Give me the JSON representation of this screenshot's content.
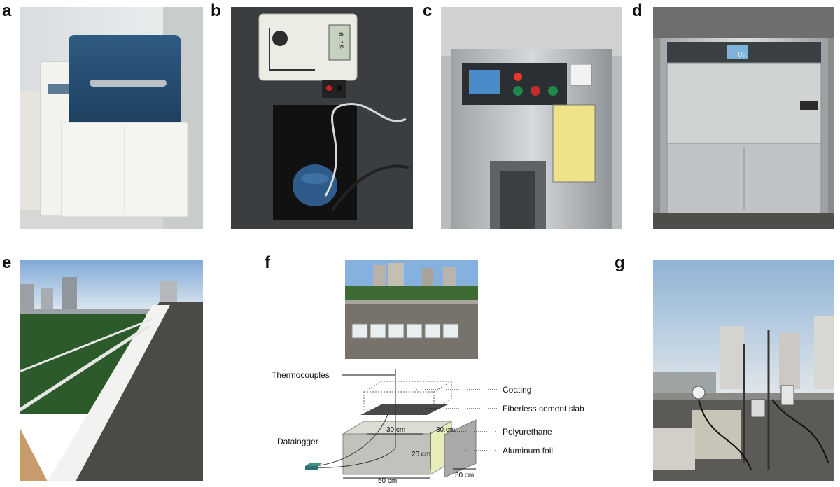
{
  "panels": {
    "a": {
      "label": "a"
    },
    "b": {
      "label": "b",
      "display": "0.19"
    },
    "c": {
      "label": "c"
    },
    "d": {
      "label": "d",
      "screen_text": "UV"
    },
    "e": {
      "label": "e"
    },
    "f": {
      "label": "f"
    },
    "g": {
      "label": "g"
    }
  },
  "diagram": {
    "labels": {
      "thermocouples": "Thermocouples",
      "coating": "Coating",
      "fiberless": "Fiberless cement slab",
      "polyurethane": "Polyurethane",
      "aluminum": "Aluminum foil",
      "datalogger": "Datalogger"
    },
    "dimensions": {
      "top_width": "30 cm",
      "top_depth": "30 cm",
      "height": "20 cm",
      "width": "50 cm",
      "depth": "50 cm"
    }
  }
}
